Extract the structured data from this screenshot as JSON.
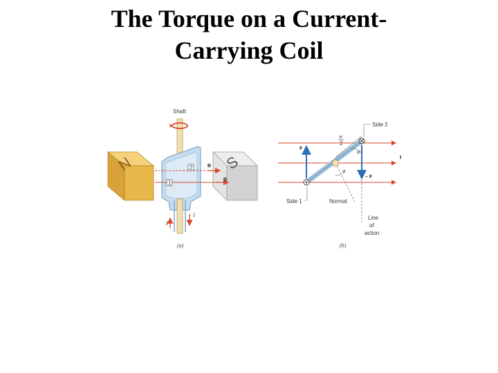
{
  "title": {
    "line1": "The Torque on a Current-",
    "line2": "Carrying Coil"
  },
  "figure_a": {
    "shaft_label": "Shaft",
    "north_pole": "N",
    "south_pole": "S",
    "side_label_1": "1",
    "side_label_2": "2",
    "field_label": "B",
    "current_label": "I",
    "caption": "(a)"
  },
  "figure_b": {
    "side2_label": "Side 2",
    "side1_label": "Side 1",
    "force_label": "F",
    "neg_force_label": "– F",
    "field_label": "B",
    "half_width_num": "w",
    "half_width_den": "2",
    "angle_label": "φ",
    "normal_label": "Normal",
    "line_of_action_1": "Line",
    "line_of_action_2": "of",
    "line_of_action_3": "action",
    "caption": "(b)"
  },
  "colors": {
    "field_line": "#d9452b",
    "force_arrow": "#2f6db5",
    "magnet_n": "#e8b84a",
    "magnet_s": "#d8d8d8",
    "coil": "#bcd6ec"
  }
}
